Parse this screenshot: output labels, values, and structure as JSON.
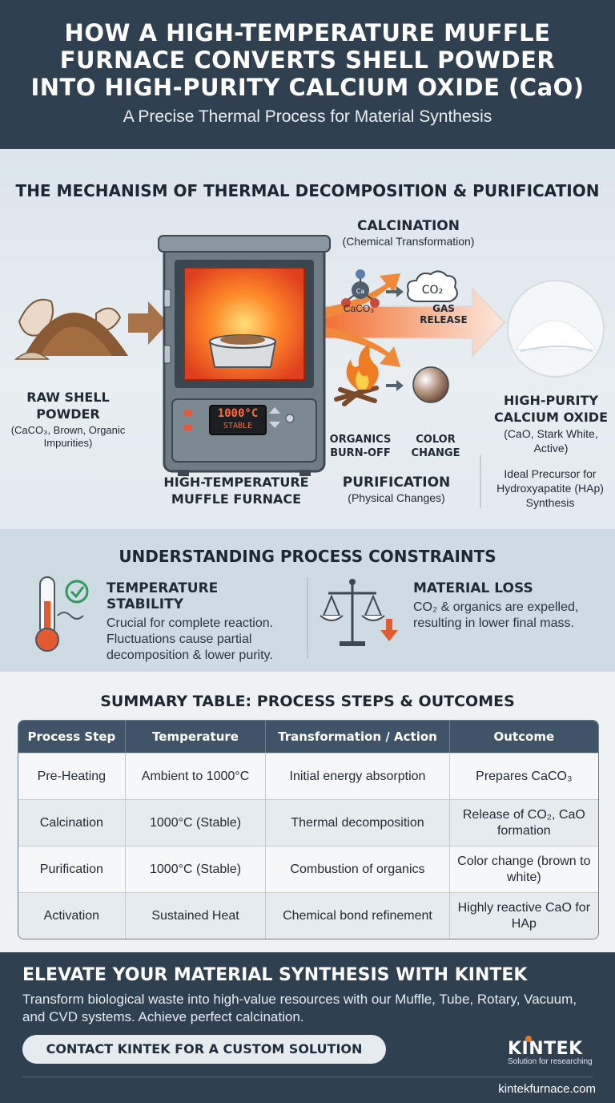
{
  "header": {
    "title": "HOW A HIGH-TEMPERATURE MUFFLE FURNACE CONVERTS SHELL POWDER INTO HIGH-PURITY CALCIUM OXIDE (CaO)",
    "subtitle": "A Precise Thermal Process for Material Synthesis"
  },
  "mechanism": {
    "title": "THE MECHANISM OF THERMAL DECOMPOSITION & PURIFICATION",
    "raw": {
      "name": "RAW SHELL POWDER",
      "detail": "(CaCO₃, Brown, Organic Impurities)"
    },
    "furnace": {
      "name": "HIGH-TEMPERATURE MUFFLE FURNACE",
      "display_temp": "1000°C",
      "display_status": "STABLE"
    },
    "calcination": {
      "title": "CALCINATION",
      "subtitle": "(Chemical Transformation)",
      "molecule_atom": "Ca",
      "reactant": "CaCO₃",
      "gas": "CO₂",
      "gas_label": "GAS RELEASE"
    },
    "purification": {
      "title": "PURIFICATION",
      "subtitle": "(Physical Changes)",
      "organics_label": "ORGANICS BURN-OFF",
      "color_label": "COLOR CHANGE"
    },
    "product": {
      "name": "HIGH-PURITY CALCIUM OXIDE",
      "detail": "(CaO, Stark White, Active)",
      "note": "Ideal Precursor for Hydroxyapatite (HAp) Synthesis"
    }
  },
  "constraints": {
    "title": "UNDERSTANDING PROCESS CONSTRAINTS",
    "items": [
      {
        "title": "TEMPERATURE STABILITY",
        "text": "Crucial for complete reaction. Fluctuations cause partial decomposition & lower purity."
      },
      {
        "title": "MATERIAL LOSS",
        "text": "CO₂ & organics are expelled, resulting in lower final mass."
      }
    ]
  },
  "summary": {
    "title": "SUMMARY TABLE: PROCESS STEPS & OUTCOMES",
    "headers": [
      "Process Step",
      "Temperature",
      "Transformation / Action",
      "Outcome"
    ],
    "rows": [
      [
        "Pre-Heating",
        "Ambient to 1000°C",
        "Initial energy absorption",
        "Prepares CaCO₃"
      ],
      [
        "Calcination",
        "1000°C (Stable)",
        "Thermal decomposition",
        "Release of CO₂, CaO formation"
      ],
      [
        "Purification",
        "1000°C (Stable)",
        "Combustion of organics",
        "Color change (brown to white)"
      ],
      [
        "Activation",
        "Sustained Heat",
        "Chemical bond refinement",
        "Highly reactive CaO for HAp"
      ]
    ]
  },
  "footer": {
    "title": "ELEVATE YOUR MATERIAL SYNTHESIS WITH KINTEK",
    "body": "Transform biological waste into high-value resources with our Muffle, Tube, Rotary, Vacuum, and CVD systems. Achieve perfect calcination.",
    "cta": "CONTACT KINTEK FOR A CUSTOM SOLUTION",
    "logo_name": "KINTEK",
    "logo_tagline": "Solution for researching",
    "website": "kintekfurnace.com"
  }
}
